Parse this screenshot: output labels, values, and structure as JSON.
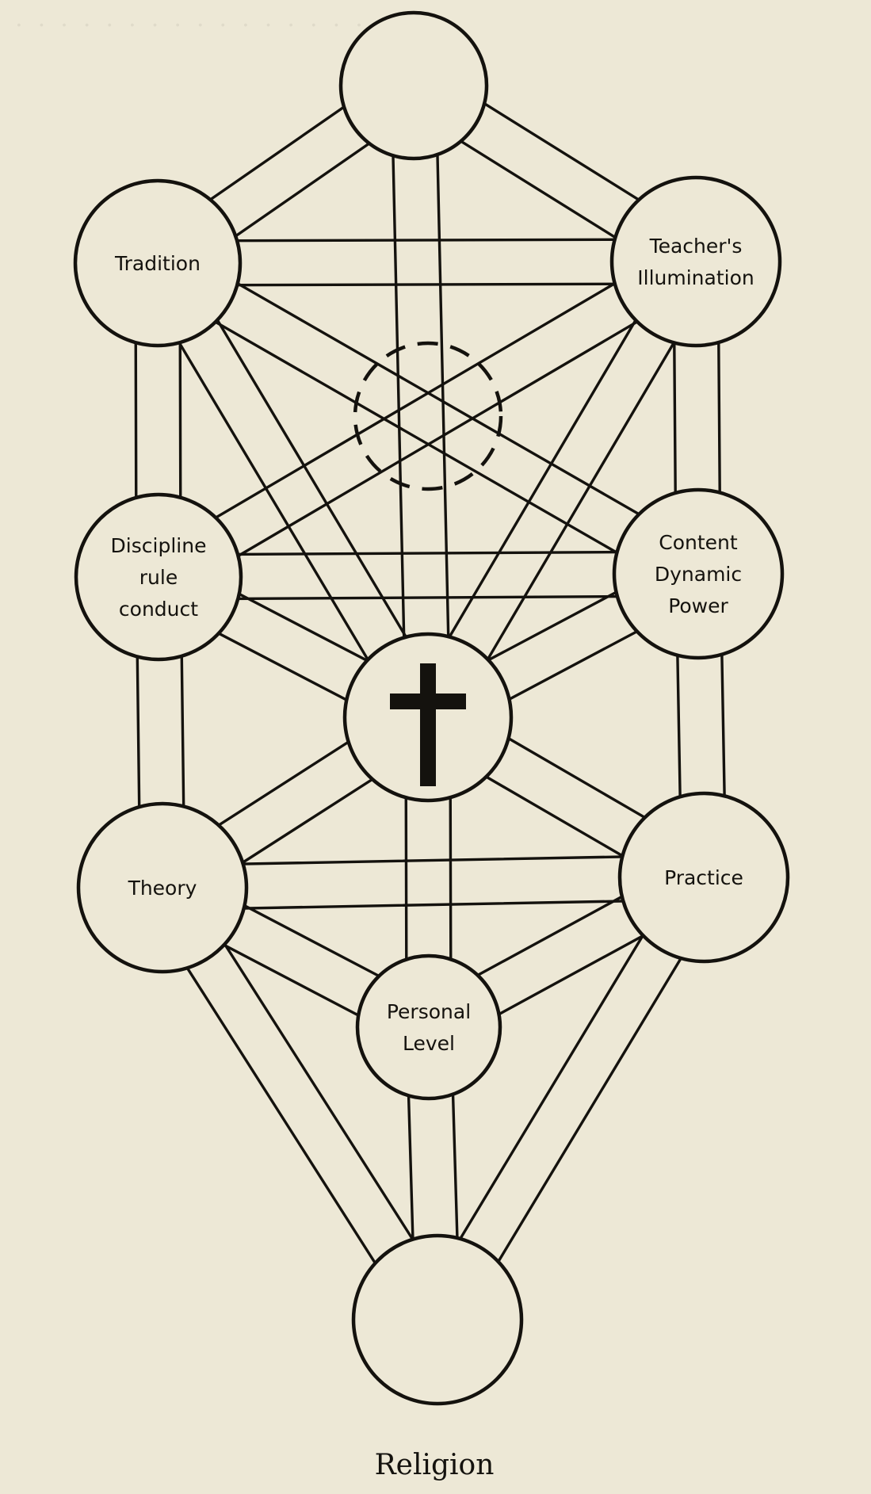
{
  "figure": {
    "caption": "Religion"
  },
  "nodes": [
    {
      "id": "crown",
      "lines": []
    },
    {
      "id": "tradition",
      "lines": [
        "Tradition"
      ]
    },
    {
      "id": "teachers-illumination",
      "lines": [
        "Teacher's",
        "Illumination"
      ]
    },
    {
      "id": "hidden",
      "lines": [],
      "dashed": true
    },
    {
      "id": "discipline",
      "lines": [
        "Discipline",
        "rule",
        "conduct"
      ]
    },
    {
      "id": "content",
      "lines": [
        "Content",
        "Dynamic",
        "Power"
      ]
    },
    {
      "id": "center-cross",
      "lines": [],
      "symbol": "cross-icon"
    },
    {
      "id": "theory",
      "lines": [
        "Theory"
      ]
    },
    {
      "id": "practice",
      "lines": [
        "Practice"
      ]
    },
    {
      "id": "personal-level",
      "lines": [
        "Personal",
        "Level"
      ]
    },
    {
      "id": "foundation",
      "lines": []
    }
  ],
  "paths": [
    [
      "crown",
      "tradition"
    ],
    [
      "crown",
      "teachers-illumination"
    ],
    [
      "crown",
      "center-cross"
    ],
    [
      "tradition",
      "teachers-illumination"
    ],
    [
      "tradition",
      "discipline"
    ],
    [
      "tradition",
      "center-cross"
    ],
    [
      "tradition",
      "content"
    ],
    [
      "teachers-illumination",
      "content"
    ],
    [
      "teachers-illumination",
      "center-cross"
    ],
    [
      "teachers-illumination",
      "discipline"
    ],
    [
      "discipline",
      "content"
    ],
    [
      "discipline",
      "center-cross"
    ],
    [
      "discipline",
      "theory"
    ],
    [
      "content",
      "center-cross"
    ],
    [
      "content",
      "practice"
    ],
    [
      "center-cross",
      "theory"
    ],
    [
      "center-cross",
      "practice"
    ],
    [
      "center-cross",
      "personal-level"
    ],
    [
      "theory",
      "practice"
    ],
    [
      "theory",
      "personal-level"
    ],
    [
      "theory",
      "foundation"
    ],
    [
      "practice",
      "personal-level"
    ],
    [
      "practice",
      "foundation"
    ],
    [
      "personal-level",
      "foundation"
    ]
  ]
}
